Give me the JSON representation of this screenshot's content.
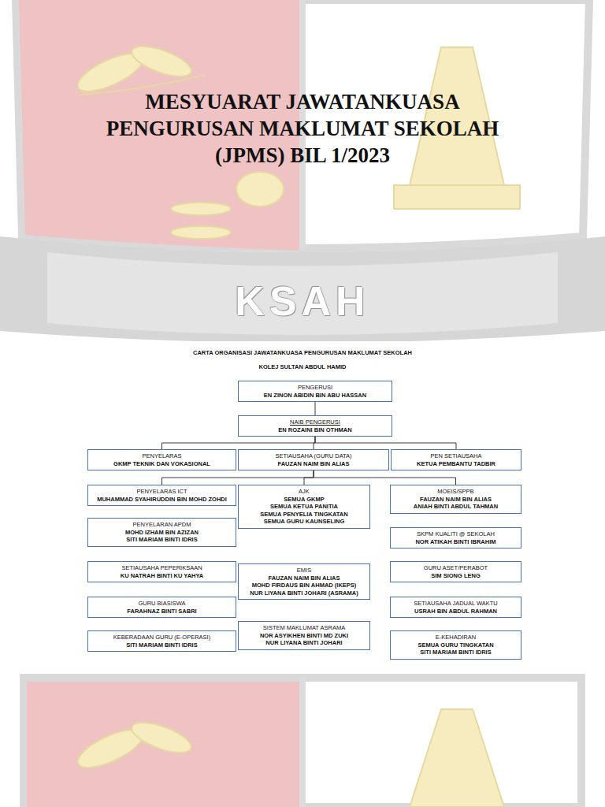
{
  "diagram": {
    "title": "MESYUARAT JAWATANKUASA PENGURUSAN MAKLUMAT SEKOLAH (JPMS) BIL 1/2023",
    "nodes": [
      {
        "text": [
          "PENGERUSI",
          "EN ZINON ABIDIN BIN ABU HASSAN"
        ]
      },
      {
        "text": [
          "NAIB PENGERUSI",
          "EN ROZAINI BIN OTHMAN"
        ]
      },
      {
        "text": [
          "PENYELARAS",
          "GKMP TEKNIK DAN VOKASIONAL"
        ]
      },
      {
        "text": [
          "SETIAUSAHA (GURU DATA)",
          "FAUZAN NAIM BIN ALIAS"
        ]
      },
      {
        "text": [
          "PEN SETIAUSAHA",
          "KETUA PEMBANTU TADBIR"
        ]
      },
      {
        "text": [
          "PENYELARAS ICT",
          "MUHAMMAD SYAHIRUDDIN BIN MOHD ZOHDI"
        ]
      },
      {
        "text": [
          "AJK",
          "SEMUA GKMP",
          "SEMUA KETUA PANITIA",
          "SEMUA PENYELIA TINGKATAN",
          "SEMUA GURU KAUNSELING"
        ]
      },
      {
        "text": [
          "MOEIS/SPPB",
          "FAUZAN NAIM BIN ALIAS",
          "ANIAH BINTI ABDUL TAHMAN"
        ]
      },
      {
        "text": [
          "PENYELARAN APDM",
          "MOHD IZHAM BIN AZIZAN",
          "SITI MARIAM BINTI IDRIS"
        ]
      },
      {
        "text": [
          "SKPM KUALITI @ SEKOLAH",
          "NOR ATIKAH BINTI IBRAHIM"
        ]
      },
      {
        "text": [
          "SETIAUSAHA PEPERIKSAAN",
          "KU NATRAH BINTI KU YAHYA"
        ]
      },
      {
        "text": [
          "EMIS",
          "FAUZAN NAIM BIN ALIAS",
          "MOHD FIRDAUS BIN AHMAD (IKEPS)",
          "NUR LIYANA BINTI JOHARI (ASRAMA)"
        ]
      },
      {
        "text": [
          "GURU ASET/PERABOT",
          "SIM SIONG LENG"
        ]
      },
      {
        "text": [
          "GURU BIASISWA",
          "FARAHNAZ BINTI SABRI"
        ]
      },
      {
        "text": [
          "SETIAUSAHA JADUAL WAKTU",
          "USRAH BIN ABDUL RAHMAN"
        ]
      },
      {
        "text": [
          "KEBERADAAN GURU (E-OPERASI)",
          "SITI MARIAM BINTI IDRIS"
        ]
      },
      {
        "text": [
          "SISTEM MAKLUMAT ASRAMA",
          "NOR ASYIKHEN BINTI MD ZUKI",
          "NUR LIYANA BINTI JOHARI"
        ]
      },
      {
        "text": [
          "E-KEHADIRAN",
          "SEMUA GURU TINGKATAN",
          "SITI MARIAM BINTI IDRIS"
        ]
      }
    ],
    "edges": [
      {
        "from": 0,
        "to": 1,
        "arrow": "none"
      },
      {
        "from": 1,
        "to": 2,
        "arrow": "none"
      },
      {
        "from": 1,
        "to": 3,
        "arrow": "none"
      },
      {
        "from": 1,
        "to": 4,
        "arrow": "none"
      },
      {
        "from": 3,
        "to": 5,
        "arrow": "none"
      },
      {
        "from": 3,
        "to": 6,
        "arrow": "none"
      },
      {
        "from": 3,
        "to": 7,
        "arrow": "none"
      }
    ],
    "labels": [
      "KSAH",
      "CARTA ORGANISASI JAWATANKUASA PENGURUSAN MAKLUMAT SEKOLAH",
      "KOLEJ SULTAN ABDUL HAMID"
    ]
  }
}
